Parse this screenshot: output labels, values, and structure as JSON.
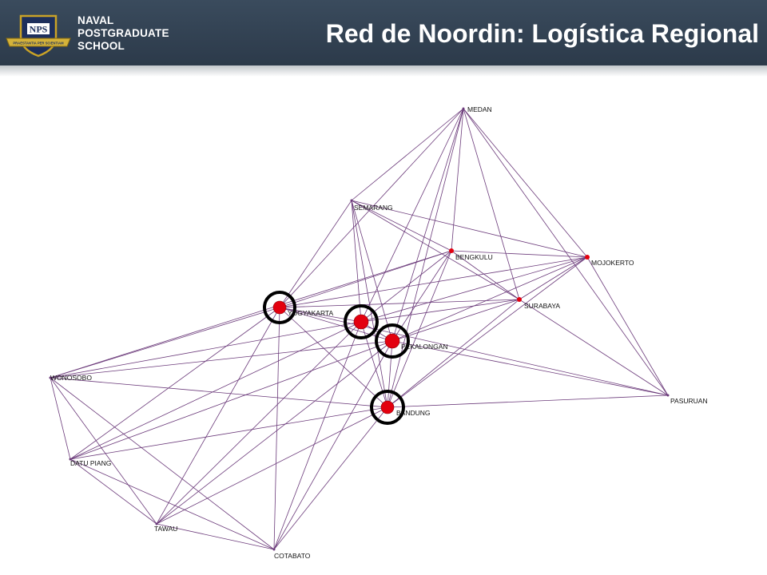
{
  "header": {
    "title": "Red de Noordin: Logística Regional",
    "school_lines": [
      "NAVAL",
      "POSTGRADUATE",
      "SCHOOL"
    ],
    "logo_text": "NPS",
    "logo_banner": "PRAESTANTIA PER SCIENTIAM",
    "bg_color": "#34465a"
  },
  "network": {
    "edge_color": "#6b3a7a",
    "node_color": "#e3000f",
    "highlight_ring_color": "#000000",
    "nodes": [
      {
        "id": "medan",
        "label": "MEDAN"
      },
      {
        "id": "semarang",
        "label": "SEMARANG"
      },
      {
        "id": "bengkulu",
        "label": "BENGKULU"
      },
      {
        "id": "mojokerto",
        "label": "MOJOKERTO"
      },
      {
        "id": "surabaya",
        "label": "SURABAYA"
      },
      {
        "id": "yogyakarta",
        "label": "YOGYAKARTA"
      },
      {
        "id": "solo",
        "label": ""
      },
      {
        "id": "pekalongan",
        "label": "PEKALONGAN"
      },
      {
        "id": "wonosobo",
        "label": "WONOSOBO"
      },
      {
        "id": "pasuruan",
        "label": "PASURUAN"
      },
      {
        "id": "bandung",
        "label": "BANDUNG"
      },
      {
        "id": "datu_piang",
        "label": "DATU PIANG"
      },
      {
        "id": "tawau",
        "label": "TAWAU"
      },
      {
        "id": "cotabato",
        "label": "COTABATO"
      }
    ],
    "edges": [
      [
        "medan",
        "semarang"
      ],
      [
        "medan",
        "yogyakarta"
      ],
      [
        "medan",
        "solo"
      ],
      [
        "medan",
        "pekalongan"
      ],
      [
        "medan",
        "bandung"
      ],
      [
        "medan",
        "bengkulu"
      ],
      [
        "medan",
        "surabaya"
      ],
      [
        "medan",
        "mojokerto"
      ],
      [
        "medan",
        "pasuruan"
      ],
      [
        "semarang",
        "bengkulu"
      ],
      [
        "semarang",
        "mojokerto"
      ],
      [
        "semarang",
        "yogyakarta"
      ],
      [
        "semarang",
        "solo"
      ],
      [
        "semarang",
        "pekalongan"
      ],
      [
        "semarang",
        "bandung"
      ],
      [
        "semarang",
        "surabaya"
      ],
      [
        "bengkulu",
        "mojokerto"
      ],
      [
        "bengkulu",
        "surabaya"
      ],
      [
        "bengkulu",
        "yogyakarta"
      ],
      [
        "bengkulu",
        "solo"
      ],
      [
        "bengkulu",
        "pekalongan"
      ],
      [
        "bengkulu",
        "bandung"
      ],
      [
        "bengkulu",
        "wonosobo"
      ],
      [
        "mojokerto",
        "yogyakarta"
      ],
      [
        "mojokerto",
        "solo"
      ],
      [
        "mojokerto",
        "pekalongan"
      ],
      [
        "mojokerto",
        "bandung"
      ],
      [
        "mojokerto",
        "surabaya"
      ],
      [
        "mojokerto",
        "pasuruan"
      ],
      [
        "surabaya",
        "yogyakarta"
      ],
      [
        "surabaya",
        "solo"
      ],
      [
        "surabaya",
        "pekalongan"
      ],
      [
        "surabaya",
        "bandung"
      ],
      [
        "surabaya",
        "pasuruan"
      ],
      [
        "yogyakarta",
        "solo"
      ],
      [
        "yogyakarta",
        "pekalongan"
      ],
      [
        "yogyakarta",
        "bandung"
      ],
      [
        "yogyakarta",
        "wonosobo"
      ],
      [
        "yogyakarta",
        "datu_piang"
      ],
      [
        "yogyakarta",
        "tawau"
      ],
      [
        "yogyakarta",
        "cotabato"
      ],
      [
        "yogyakarta",
        "pasuruan"
      ],
      [
        "solo",
        "pekalongan"
      ],
      [
        "solo",
        "bandung"
      ],
      [
        "solo",
        "wonosobo"
      ],
      [
        "solo",
        "datu_piang"
      ],
      [
        "solo",
        "tawau"
      ],
      [
        "solo",
        "cotabato"
      ],
      [
        "pekalongan",
        "bandung"
      ],
      [
        "pekalongan",
        "wonosobo"
      ],
      [
        "pekalongan",
        "datu_piang"
      ],
      [
        "pekalongan",
        "tawau"
      ],
      [
        "pekalongan",
        "cotabato"
      ],
      [
        "pekalongan",
        "pasuruan"
      ],
      [
        "bandung",
        "wonosobo"
      ],
      [
        "bandung",
        "datu_piang"
      ],
      [
        "bandung",
        "tawau"
      ],
      [
        "bandung",
        "cotabato"
      ],
      [
        "bandung",
        "pasuruan"
      ],
      [
        "wonosobo",
        "datu_piang"
      ],
      [
        "wonosobo",
        "tawau"
      ],
      [
        "wonosobo",
        "cotabato"
      ],
      [
        "datu_piang",
        "tawau"
      ],
      [
        "datu_piang",
        "cotabato"
      ],
      [
        "tawau",
        "cotabato"
      ]
    ],
    "highlighted": [
      "yogyakarta",
      "solo",
      "pekalongan",
      "bandung"
    ]
  }
}
